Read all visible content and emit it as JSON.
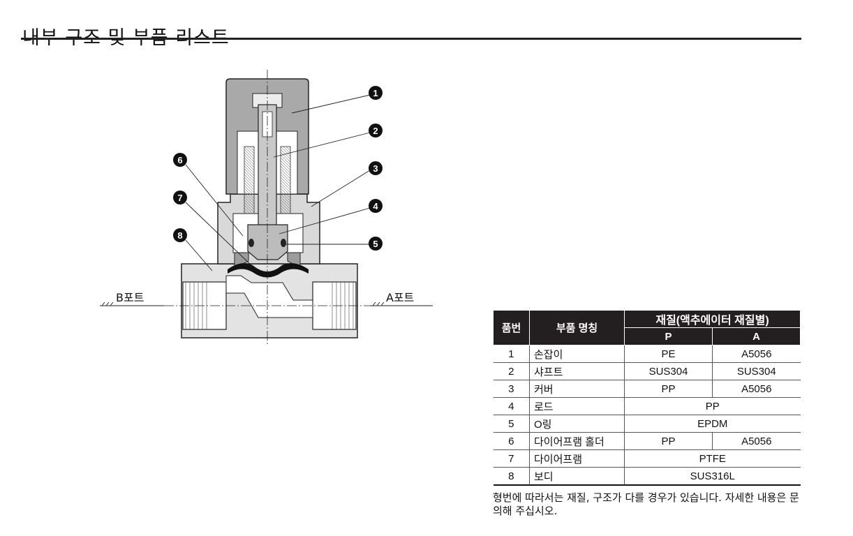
{
  "page": {
    "title": "내부 구조 및 부품 리스트"
  },
  "diagram": {
    "callouts": [
      "1",
      "2",
      "3",
      "4",
      "5",
      "6",
      "7",
      "8"
    ],
    "port_b_label": "B포트",
    "port_a_label": "A포트"
  },
  "table": {
    "header": {
      "no": "품번",
      "name": "부품 명칭",
      "material": "재질(액추에이터 재질별)",
      "col_p": "P",
      "col_a": "A"
    },
    "rows": [
      {
        "no": "1",
        "name": "손잡이",
        "p": "PE",
        "a": "A5056"
      },
      {
        "no": "2",
        "name": "샤프트",
        "p": "SUS304",
        "a": "SUS304"
      },
      {
        "no": "3",
        "name": "커버",
        "p": "PP",
        "a": "A5056"
      },
      {
        "no": "4",
        "name": "로드",
        "both": "PP"
      },
      {
        "no": "5",
        "name": "O링",
        "both": "EPDM"
      },
      {
        "no": "6",
        "name": "다이어프램 홀더",
        "p": "PP",
        "a": "A5056"
      },
      {
        "no": "7",
        "name": "다이어프램",
        "both": "PTFE"
      },
      {
        "no": "8",
        "name": "보디",
        "both": "SUS316L"
      }
    ]
  },
  "note": "형번에 따라서는 재질, 구조가 다를 경우가 있습니다. 자세한 내용은 문의해 주십시오."
}
